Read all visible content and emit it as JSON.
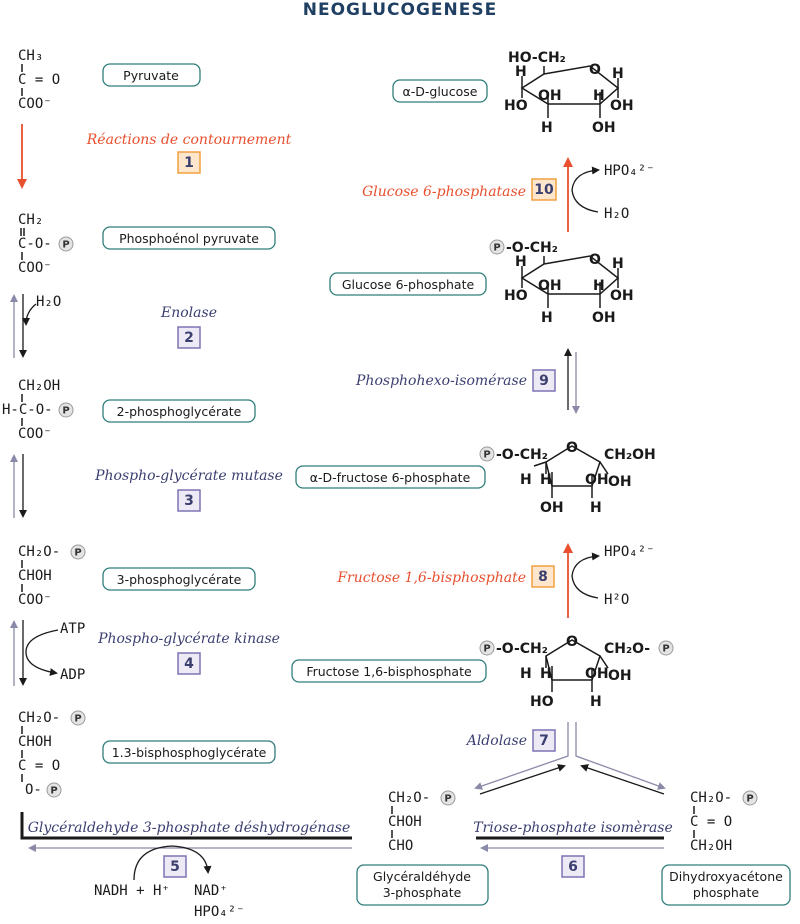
{
  "title": "NEOGLUCOGENESE",
  "compounds": {
    "pyruvate": "Pyruvate",
    "pep": "Phosphoénol pyruvate",
    "pg2": "2-phosphoglycérate",
    "pg3": "3-phosphoglycérate",
    "bpg": "1.3-bisphosphoglycérate",
    "glucose": "α-D-glucose",
    "g6p": "Glucose 6-phosphate",
    "f6p": "α-D-fructose 6-phosphate",
    "f16bp": "Fructose 1,6-bisphosphate",
    "g3p_1": "Glycéraldéhyde",
    "g3p_2": "3-phosphate",
    "dhap_1": "Dihydroxyacétone",
    "dhap_2": "phosphate"
  },
  "enzymes": {
    "e1": {
      "name": "Réactions de contournement",
      "num": "1"
    },
    "e2": {
      "name": "Enolase",
      "num": "2"
    },
    "e3": {
      "name": "Phospho-glycérate mutase",
      "num": "3"
    },
    "e4": {
      "name": "Phospho-glycérate kinase",
      "num": "4"
    },
    "e5": {
      "name": "Glycéraldehyde 3-phosphate déshydrogénase",
      "num": "5"
    },
    "e6": {
      "name": "Triose-phosphate isomèrase",
      "num": "6"
    },
    "e7": {
      "name": "Aldolase",
      "num": "7"
    },
    "e8": {
      "name": "Fructose 1,6-bisphosphate",
      "num": "8"
    },
    "e9": {
      "name": "Phosphohexo-isomérase",
      "num": "9"
    },
    "e10": {
      "name": "Glucose 6-phosphatase",
      "num": "10"
    }
  },
  "cofactors": {
    "h2o": "H₂O",
    "atp": "ATP",
    "adp": "ADP",
    "nadh": "NADH + H⁺",
    "nad": "NAD⁺",
    "hpo4": "HPO₄²⁻",
    "h2o_8": "H²O"
  },
  "formulas": {
    "pyr": [
      "CH₃",
      "C = O",
      "COO⁻"
    ],
    "pep": [
      "CH₂",
      "C-O-",
      "COO⁻"
    ],
    "pg2": [
      "CH₂OH",
      "H-C-O-",
      "COO⁻"
    ],
    "pg3": [
      "CH₂O-",
      "CHOH",
      "COO⁻"
    ],
    "bpg": [
      "CH₂O-",
      "CHOH",
      "C = O",
      "O-"
    ],
    "g3p": [
      "CH₂O-",
      "CHOH",
      "CHO"
    ],
    "dhap": [
      "CH₂O-",
      "C = O",
      "CH₂OH"
    ],
    "glc_top": "HO-CH₂",
    "g6p_top": "-O-CH₂",
    "ring_o": "O",
    "h": "H",
    "oh": "OH",
    "ho": "HO",
    "f_left": "-O-CH₂",
    "f_right_oh": "CH₂OH",
    "f_right_p": "CH₂O-"
  },
  "phosphate": "P",
  "colors": {
    "enzyme": "#3b3f70",
    "bypass": "#e8502f",
    "box": "#2e7d7b",
    "title": "#1f3f63"
  }
}
